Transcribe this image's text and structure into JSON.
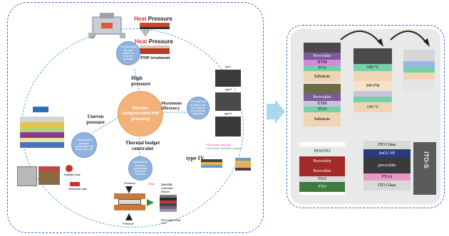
{
  "center": {
    "label": "Thermo-compression/ Hot pressing"
  },
  "branches": {
    "high_pressure": "High pressure",
    "maximum_efficiency": "Maximum efficiency",
    "uneven_pressure": "Uneven pressure",
    "thermal_budget": "Thermal budget constraint"
  },
  "satellites": {
    "top": "The perovskite film was treated by post-hot pressure",
    "right": "The solar cell is divided into two parts for pre-pressing assembly",
    "left": "Unidirectional pressure compresses the whole solar cell",
    "bottom": "Bidirectional pressure compresses the whole solar cell"
  },
  "php": {
    "heat": "Heat",
    "pressure": "Pressure",
    "treatment": "PHP treatment"
  },
  "types": {
    "type1": "type I",
    "type2": "type II",
    "type3": "type III",
    "type4": "type IV",
    "legend_pink": "* Pink arrow: crack path",
    "legend_green": "* Green dash: lamination interface"
  },
  "bottom_device": {
    "pressure_top": "Pressure",
    "heat": "Heat",
    "pressure_bottom": "Pressure",
    "pce": "12% PCE",
    "laminated": "Laminated",
    "ethanol": "Ethanol",
    "product": "Perovskite Solar Cell"
  },
  "left_stack": {
    "label_b": "Multilayer plate",
    "label_c": "Mesoscopic plate"
  },
  "right_panel": {
    "stack1": [
      "Perovskite",
      "HTM",
      "TCO",
      "Substrate"
    ],
    "stack2": [
      "Perovskite",
      "ETM",
      "TCO",
      "Substrate"
    ],
    "temp_top": "150 °C",
    "pressure": "300 PSI",
    "temp_bottom": "150 °C",
    "bottom_left": [
      "PEN/ITO",
      "Perovskite",
      "Perovskite",
      "TiO2",
      "FTO"
    ],
    "bottom_right": [
      "ITO Glass",
      "SnO2 NP",
      "perovskite",
      "PTAA",
      "ITO Glass"
    ],
    "photo_label": "ITO-S"
  },
  "colors": {
    "frame": "#3a6fc4",
    "center": "#f2b27a",
    "satellite": "#8fb3de",
    "arrow": "#a9d8ee"
  }
}
